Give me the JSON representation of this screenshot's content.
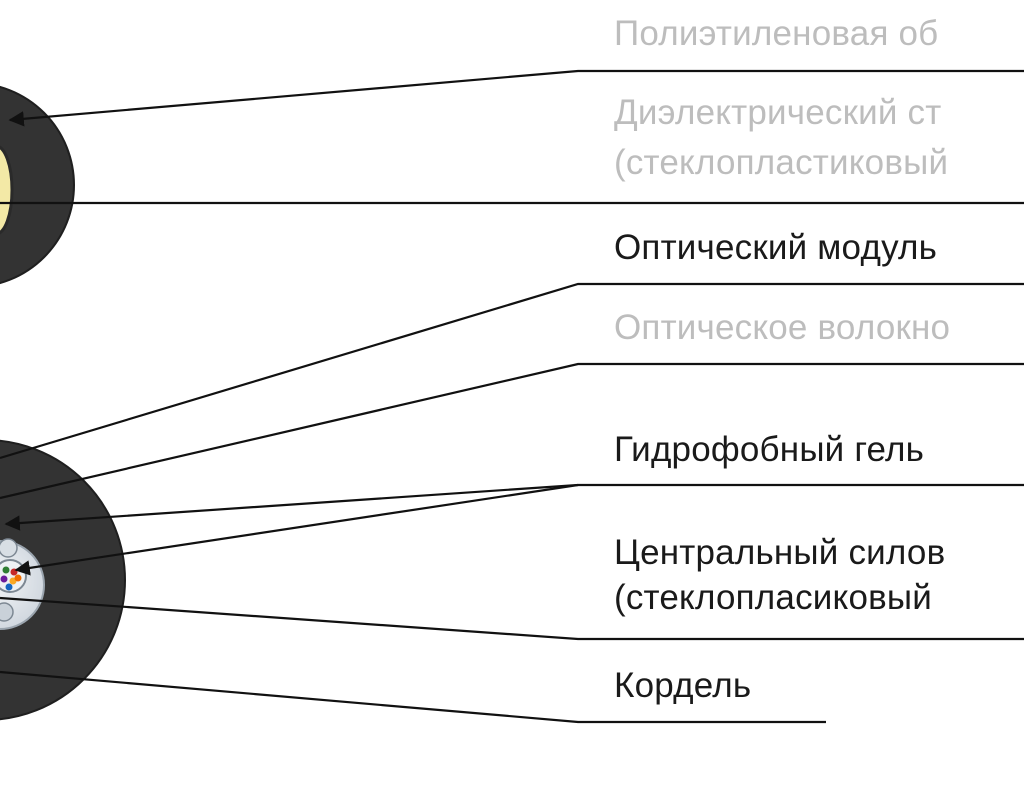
{
  "labels": {
    "polyethylene_sheath": "Полиэтиленовая об",
    "dielectric_line1": "Диэлектрический ст",
    "dielectric_line2": "(стеклопластиковый",
    "optical_module": "Оптический модуль",
    "optical_fiber": "Оптическое волокно",
    "hydrophobic_gel": "Гидрофобный гель",
    "central_member_line1": "Центральный силов",
    "central_member_line2": "(стеклопласиковый",
    "cordel": "Кордель"
  },
  "colors": {
    "sheath": "#333333",
    "sheath_edge": "#1f1f1f",
    "inner_light": "#dfe4ea",
    "yellow_member": "#f3e9a6",
    "fiber_colors": [
      "#2e7d32",
      "#c62828",
      "#6a1b9a",
      "#f9a825",
      "#1565c0",
      "#ef6c00"
    ],
    "leader_line": "#111111",
    "faded_text": "#bdbdbd",
    "dark_text": "#1a1a1a"
  }
}
